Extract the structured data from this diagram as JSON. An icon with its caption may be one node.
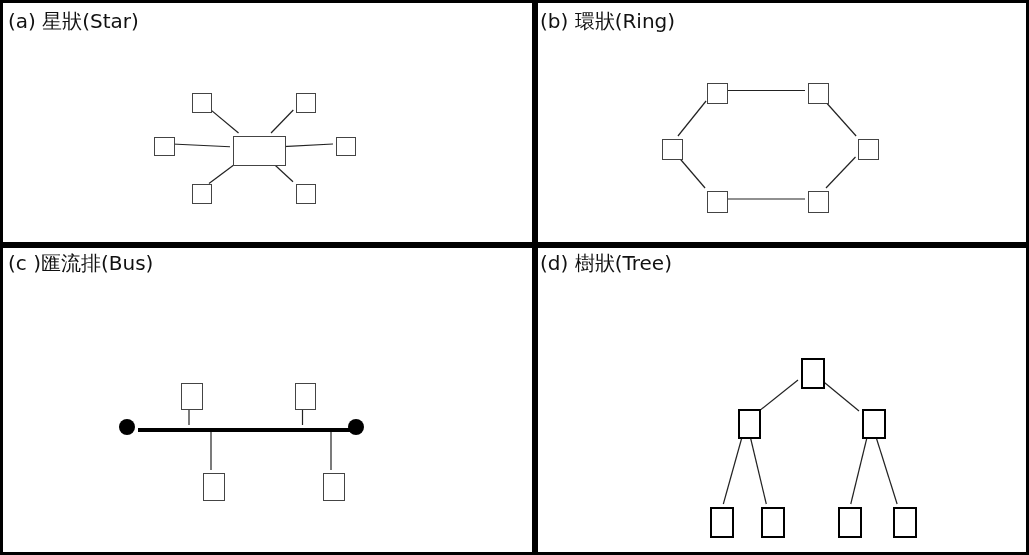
{
  "diagram": {
    "nodes": [
      {
        "text": [
          "(a) 星狀(Star)"
        ]
      },
      {
        "text": [],
        "shape": "box",
        "in": 0
      },
      {
        "text": [],
        "shape": "box",
        "in": 0
      },
      {
        "text": [],
        "shape": "box",
        "in": 0
      },
      {
        "text": [],
        "shape": "box",
        "in": 0
      },
      {
        "text": [],
        "shape": "box",
        "in": 0
      },
      {
        "text": [],
        "shape": "box",
        "in": 0
      },
      {
        "text": [],
        "shape": "box",
        "in": 0
      },
      {
        "text": [
          "(b) 環狀(Ring)"
        ]
      },
      {
        "text": [],
        "shape": "box",
        "in": 8
      },
      {
        "text": [],
        "shape": "box",
        "in": 8
      },
      {
        "text": [],
        "shape": "box",
        "in": 8
      },
      {
        "text": [],
        "shape": "box",
        "in": 8
      },
      {
        "text": [],
        "shape": "box",
        "in": 8
      },
      {
        "text": [],
        "shape": "box",
        "in": 8
      },
      {
        "text": [
          "(c )匯流排(Bus)"
        ]
      },
      {
        "text": [],
        "shape": "box",
        "in": 15
      },
      {
        "text": [],
        "shape": "box",
        "in": 15
      },
      {
        "text": [],
        "shape": "bar",
        "in": 15
      },
      {
        "text": [],
        "shape": "box",
        "in": 15
      },
      {
        "text": [],
        "shape": "box",
        "in": 15
      },
      {
        "text": [
          "(d) 樹狀(Tree)"
        ]
      },
      {
        "text": [],
        "shape": "box",
        "in": 21
      },
      {
        "text": [],
        "shape": "box",
        "in": 21
      },
      {
        "text": [],
        "shape": "box",
        "in": 21
      },
      {
        "text": [],
        "shape": "box",
        "in": 21
      },
      {
        "text": [],
        "shape": "box",
        "in": 21
      },
      {
        "text": [],
        "shape": "box",
        "in": 21
      },
      {
        "text": [],
        "shape": "box",
        "in": 21
      }
    ],
    "edges": [
      {
        "from": 4,
        "to": 1,
        "arrow": "none"
      },
      {
        "from": 4,
        "to": 2,
        "arrow": "none"
      },
      {
        "from": 4,
        "to": 3,
        "arrow": "none"
      },
      {
        "from": 4,
        "to": 5,
        "arrow": "none"
      },
      {
        "from": 4,
        "to": 6,
        "arrow": "none"
      },
      {
        "from": 4,
        "to": 7,
        "arrow": "none"
      },
      {
        "from": 9,
        "to": 10,
        "arrow": "none"
      },
      {
        "from": 10,
        "to": 12,
        "arrow": "none"
      },
      {
        "from": 12,
        "to": 14,
        "arrow": "none"
      },
      {
        "from": 14,
        "to": 13,
        "arrow": "none"
      },
      {
        "from": 13,
        "to": 11,
        "arrow": "none"
      },
      {
        "from": 11,
        "to": 9,
        "arrow": "none"
      },
      {
        "from": 18,
        "to": 16,
        "arrow": "none"
      },
      {
        "from": 18,
        "to": 17,
        "arrow": "none"
      },
      {
        "from": 18,
        "to": 19,
        "arrow": "none"
      },
      {
        "from": 18,
        "to": 20,
        "arrow": "none"
      },
      {
        "from": 22,
        "to": 23,
        "arrow": "none"
      },
      {
        "from": 22,
        "to": 24,
        "arrow": "none"
      },
      {
        "from": 23,
        "to": 25,
        "arrow": "none"
      },
      {
        "from": 23,
        "to": 26,
        "arrow": "none"
      },
      {
        "from": 24,
        "to": 27,
        "arrow": "none"
      },
      {
        "from": 24,
        "to": 28,
        "arrow": "none"
      }
    ]
  }
}
